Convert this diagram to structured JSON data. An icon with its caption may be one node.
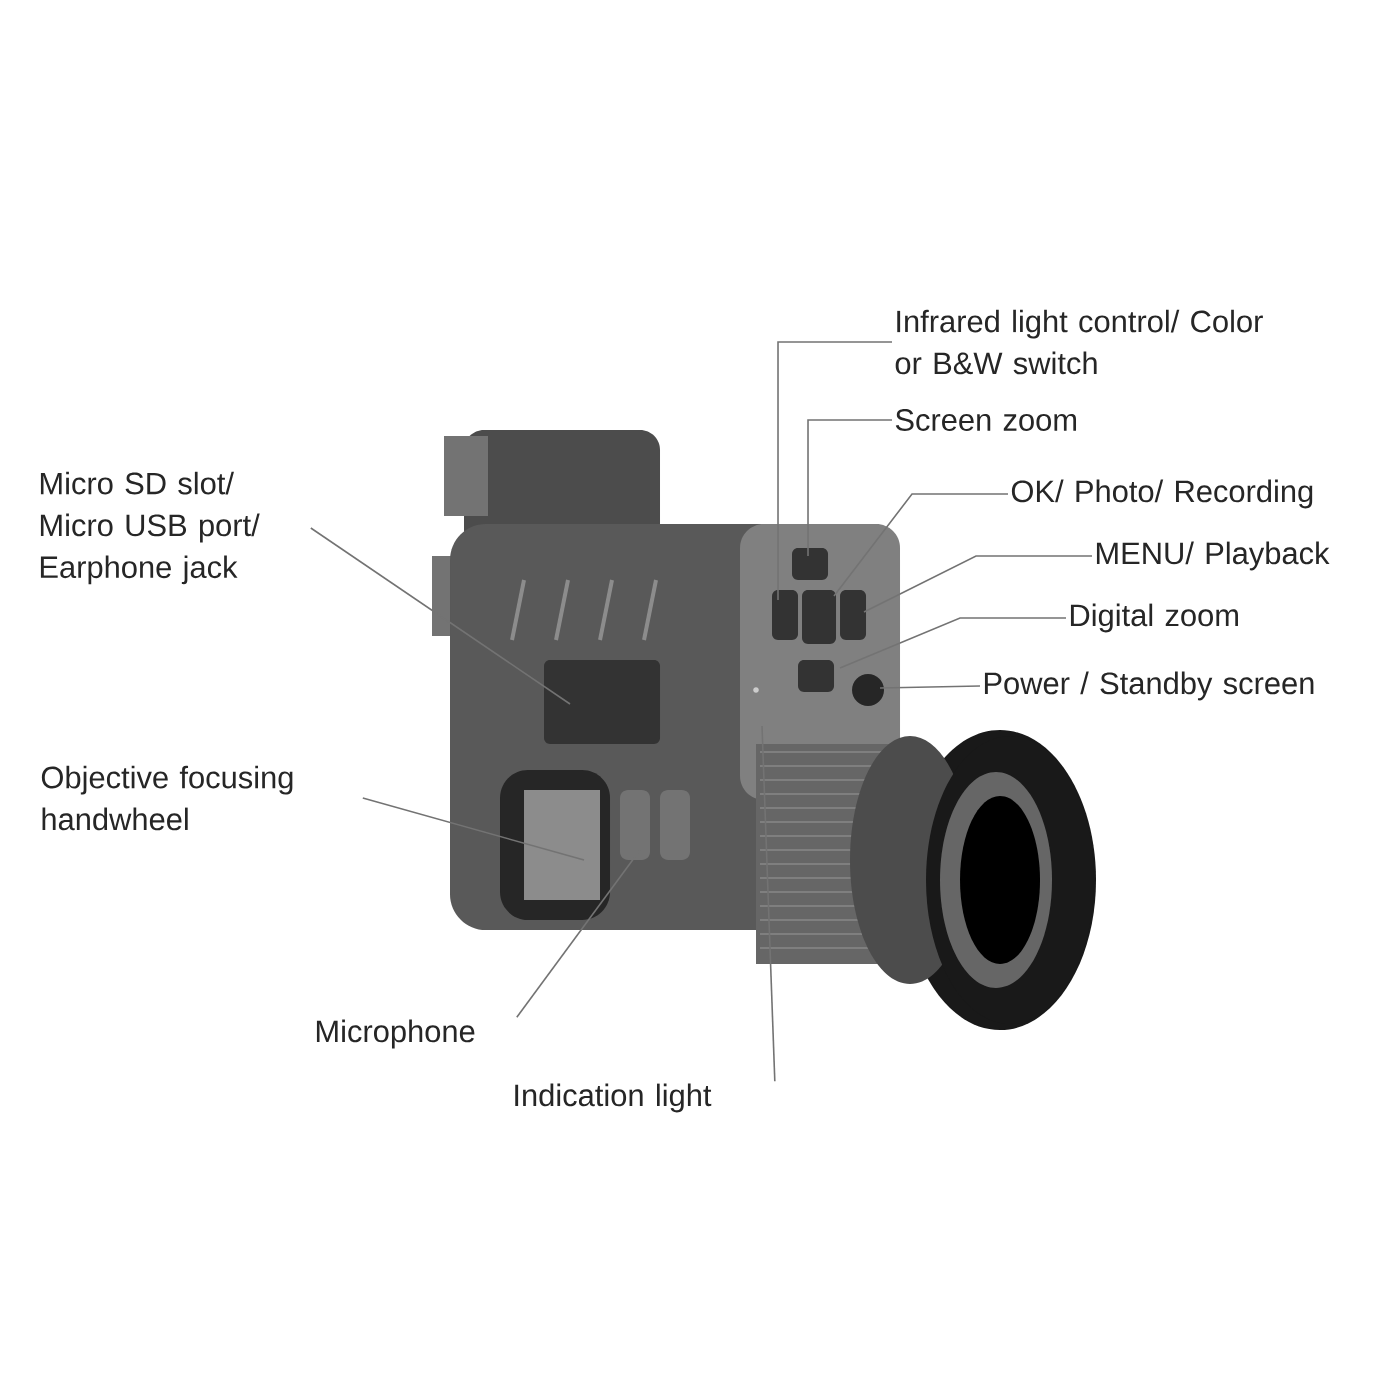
{
  "diagram": {
    "nodes": [
      {
        "text": [
          "Infrared light control/ Color or B&W switch"
        ]
      },
      {
        "text": [
          "Screen zoom"
        ]
      },
      {
        "text": [
          "OK/ Photo/ Recording"
        ]
      },
      {
        "text": [
          "MENU/ Playback"
        ]
      },
      {
        "text": [
          "Digital zoom"
        ]
      },
      {
        "text": [
          "Power / Standby screen"
        ]
      },
      {
        "text": [
          "Micro SD slot/ Micro USB port/ Earphone jack"
        ]
      },
      {
        "text": [
          "Objective focusing handwheel"
        ]
      },
      {
        "text": [
          "Microphone"
        ]
      },
      {
        "text": [
          "Indication light"
        ]
      }
    ],
    "edges": [
      {
        "from": 0,
        "to": null,
        "arrow": "none"
      },
      {
        "from": 1,
        "to": null,
        "arrow": "none"
      },
      {
        "from": 2,
        "to": null,
        "arrow": "none"
      },
      {
        "from": 3,
        "to": null,
        "arrow": "none"
      },
      {
        "from": 4,
        "to": null,
        "arrow": "none"
      },
      {
        "from": 5,
        "to": null,
        "arrow": "none"
      },
      {
        "from": 6,
        "to": null,
        "arrow": "none"
      },
      {
        "from": 7,
        "to": null,
        "arrow": "none"
      },
      {
        "from": 8,
        "to": null,
        "arrow": "none"
      },
      {
        "from": 9,
        "to": null,
        "arrow": "none"
      }
    ]
  }
}
